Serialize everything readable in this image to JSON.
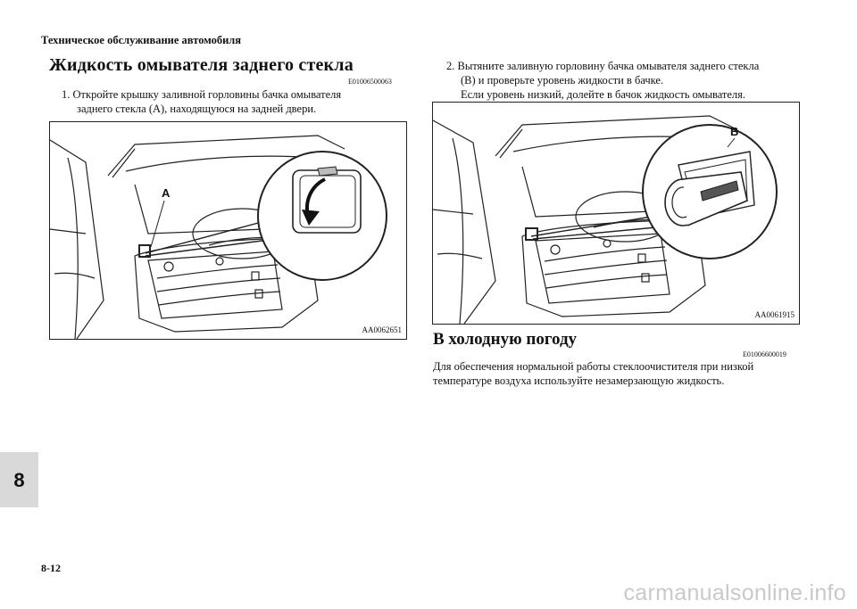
{
  "header": {
    "title": "Техническое обслуживание автомобиля"
  },
  "section1": {
    "title": "Жидкость омывателя заднего стекла",
    "code": "E01006500063",
    "step1": {
      "number": "1.",
      "line1": "Откройте крышку заливной горловины бачка омывателя",
      "line2": "заднего стекла (A), находящуюся на задней двери."
    },
    "step2": {
      "number": "2.",
      "line1": "Вытяните заливную горловину бачка омывателя заднего стекла",
      "line2": "(B) и проверьте уровень жидкости в бачке.",
      "line3": "Если уровень низкий, долейте в бачок жидкость омывателя."
    }
  },
  "figure1": {
    "label": "A",
    "code": "AA0062651"
  },
  "figure2": {
    "label": "B",
    "code": "AA0061915"
  },
  "section2": {
    "title": "В холодную погоду",
    "code": "E01006600019",
    "line1": "Для обеспечения нормальной работы стеклоочистителя при низкой",
    "line2": "температуре воздуха используйте незамерзающую жидкость."
  },
  "chapter_tab": "8",
  "page_number": "8-12",
  "watermark": "carmanualsonline.info",
  "colors": {
    "tab": "#d9d9d9",
    "watermark": "#c9c9c9",
    "text": "#111111"
  }
}
